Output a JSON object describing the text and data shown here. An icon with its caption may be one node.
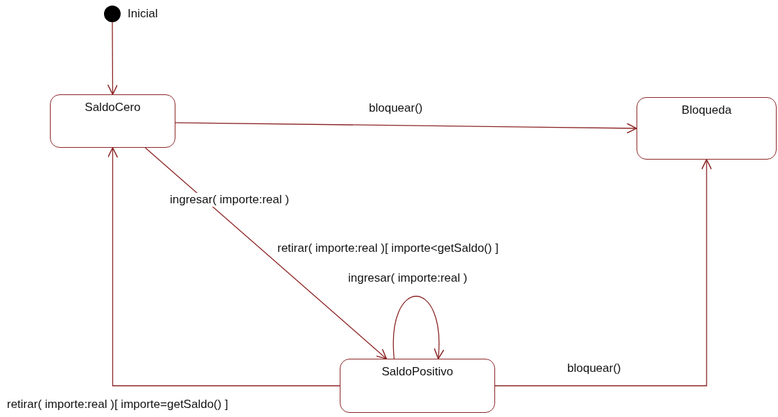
{
  "diagram": {
    "nodes": [
      {
        "text": [],
        "shape": "circle",
        "beside": [
          "Inicial"
        ]
      },
      {
        "text": [
          "SaldoCero"
        ]
      },
      {
        "text": [
          "Bloqueda"
        ]
      },
      {
        "text": [
          "SaldoPositivo"
        ]
      }
    ],
    "edges": [
      {
        "from": 0,
        "to": 1,
        "arrow": "to"
      },
      {
        "from": 1,
        "to": 2,
        "arrow": "to",
        "label": "bloquear()"
      },
      {
        "from": 1,
        "to": 3,
        "arrow": "to",
        "label": "ingresar( importe:real )"
      },
      {
        "from": 3,
        "to": 3,
        "arrow": "to",
        "label": "ingresar( importe:real )"
      },
      {
        "from": 3,
        "to": 1,
        "arrow": "to",
        "label": "retirar( importe:real )[ importe=getSaldo() ]"
      },
      {
        "from": 3,
        "to": 2,
        "arrow": "to",
        "label": "bloquear()"
      }
    ],
    "labels": [
      "retirar( importe:real )[ importe<getSaldo() ]"
    ]
  }
}
